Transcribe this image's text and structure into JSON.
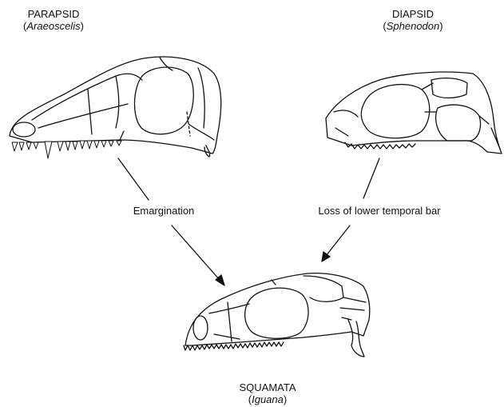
{
  "labels": {
    "parapsid": {
      "name": "PARAPSID",
      "taxon": "Araeoscelis"
    },
    "diapsid": {
      "name": "DIAPSID",
      "taxon": "Sphenodon"
    },
    "squamata": {
      "name": "SQUAMATA",
      "taxon": "Iguana"
    }
  },
  "arrows": {
    "left": "Emargination",
    "right": "Loss of lower temporal bar"
  }
}
